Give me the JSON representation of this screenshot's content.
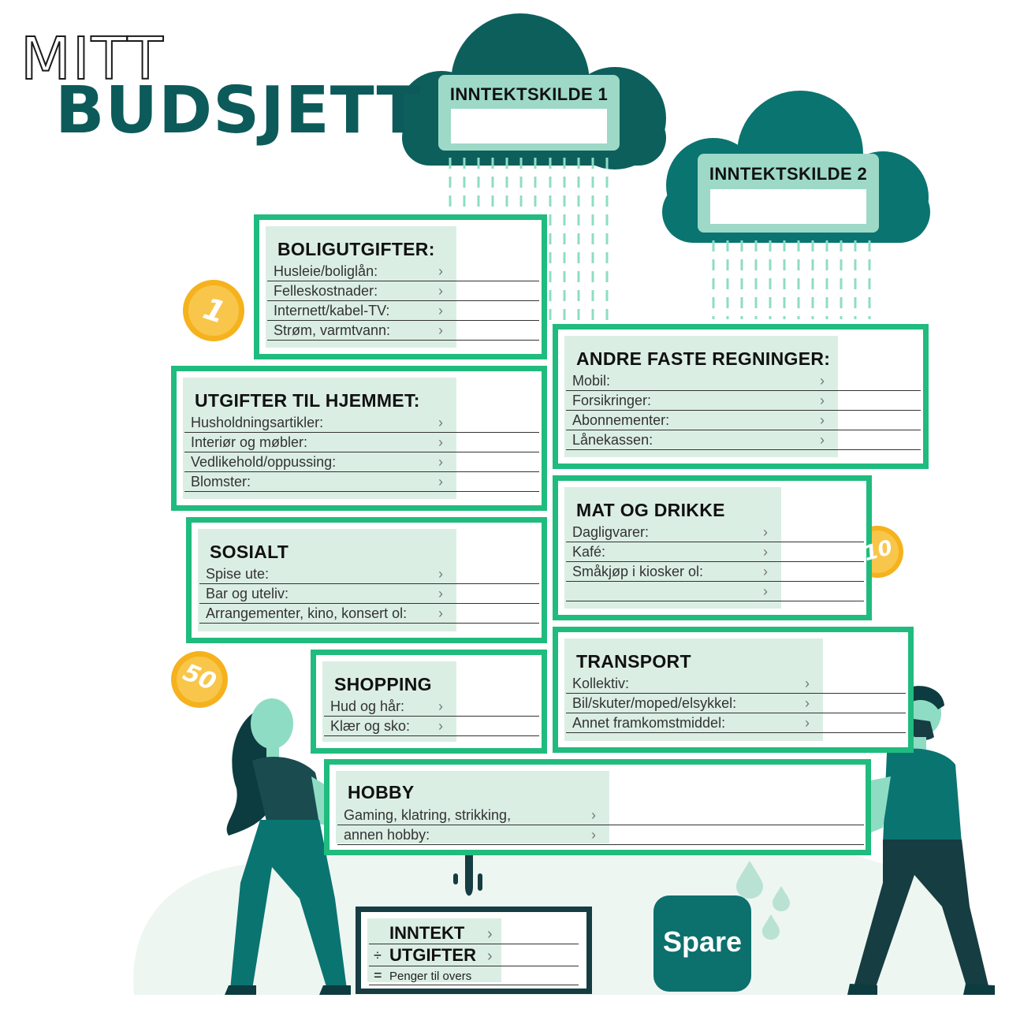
{
  "title": {
    "line1": "MITT",
    "line2": "BUDSJETT"
  },
  "income_sources": [
    {
      "label": "INNTEKTSKILDE 1"
    },
    {
      "label": "INNTEKTSKILDE 2"
    }
  ],
  "categories": [
    {
      "heading": "BOLIGUTGIFTER:",
      "items": [
        "Husleie/boliglån:",
        "Felleskostnader:",
        "Internett/kabel-TV:",
        "Strøm, varmtvann:"
      ]
    },
    {
      "heading": "UTGIFTER TIL HJEMMET:",
      "items": [
        "Husholdningsartikler:",
        "Interiør og møbler:",
        "Vedlikehold/oppussing:",
        "Blomster:"
      ]
    },
    {
      "heading": "SOSIALT",
      "items": [
        "Spise ute:",
        "Bar og uteliv:",
        "Arrangementer, kino, konsert ol:"
      ]
    },
    {
      "heading": "SHOPPING",
      "items": [
        "Hud og hår:",
        "Klær og sko:"
      ]
    },
    {
      "heading": "HOBBY",
      "items": [
        "Gaming, klatring, strikking,",
        "annen hobby:"
      ]
    },
    {
      "heading": "ANDRE FASTE REGNINGER:",
      "items": [
        "Mobil:",
        "Forsikringer:",
        "Abonnementer:",
        "Lånekassen:"
      ]
    },
    {
      "heading": "MAT OG DRIKKE",
      "items": [
        "Dagligvarer:",
        "Kafé:",
        "Småkjøp i kiosker ol:",
        ""
      ]
    },
    {
      "heading": "TRANSPORT",
      "items": [
        "Kollektiv:",
        "Bil/skuter/moped/elsykkel:",
        "Annet framkomstmiddel:"
      ]
    }
  ],
  "summary": {
    "income": "INNTEKT",
    "minus_symbol": "÷",
    "expenses": "UTGIFTER",
    "equals_symbol": "=",
    "remaining": "Penger til overs"
  },
  "savings_button": "Spare",
  "coins": [
    "1",
    "10",
    "50"
  ],
  "colors": {
    "primary_green": "#20bb7e",
    "dark_teal": "#0c5b5a",
    "cloud_teal": "#0c706d",
    "rain": "#8fdcc4",
    "shade": "#dbeee4",
    "coin_gold": "#f5b21d"
  },
  "icons": {
    "row_arrow": "chevron-right-icon",
    "rain_cloud": "cloud-icon",
    "coin": "coin-icon"
  }
}
